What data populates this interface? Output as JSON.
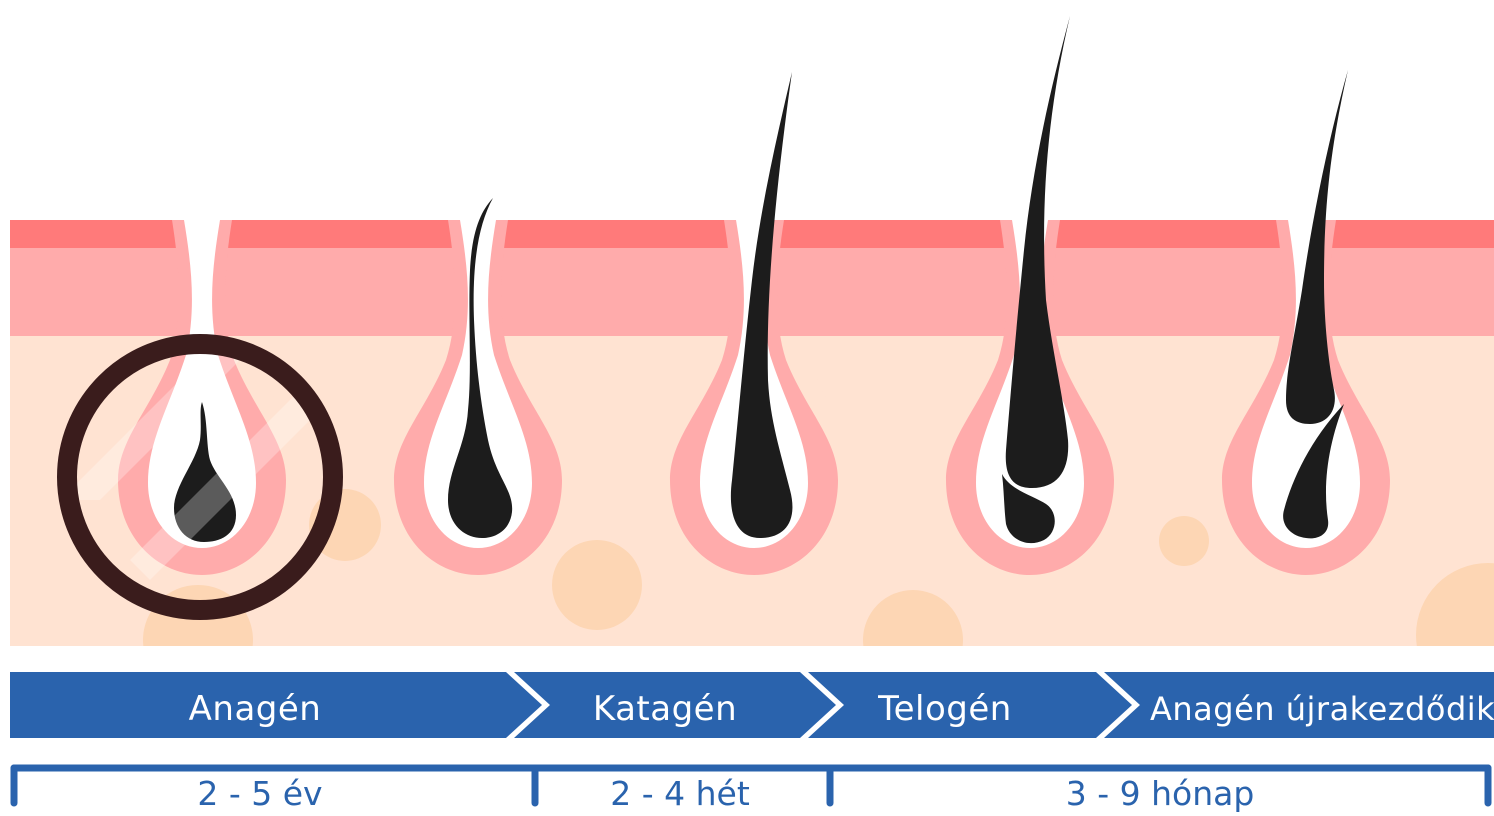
{
  "colors": {
    "skin_top": "#ff7a7a",
    "skin_mid": "#ffabab",
    "dermis": "#ffe3d2",
    "cell": "#fdd6b4",
    "hair": "#1c1c1c",
    "ring": "#3a1c1c",
    "band": "#2a63ad",
    "label_white": "#ffffff"
  },
  "phases": [
    {
      "label": "Anagén"
    },
    {
      "label": "Katagén"
    },
    {
      "label": "Telogén"
    },
    {
      "label": "Anagén újrakezdődik"
    }
  ],
  "durations": [
    {
      "label": "2 - 5 év"
    },
    {
      "label": "2 - 4 hét"
    },
    {
      "label": "3 - 9 hónap"
    }
  ]
}
